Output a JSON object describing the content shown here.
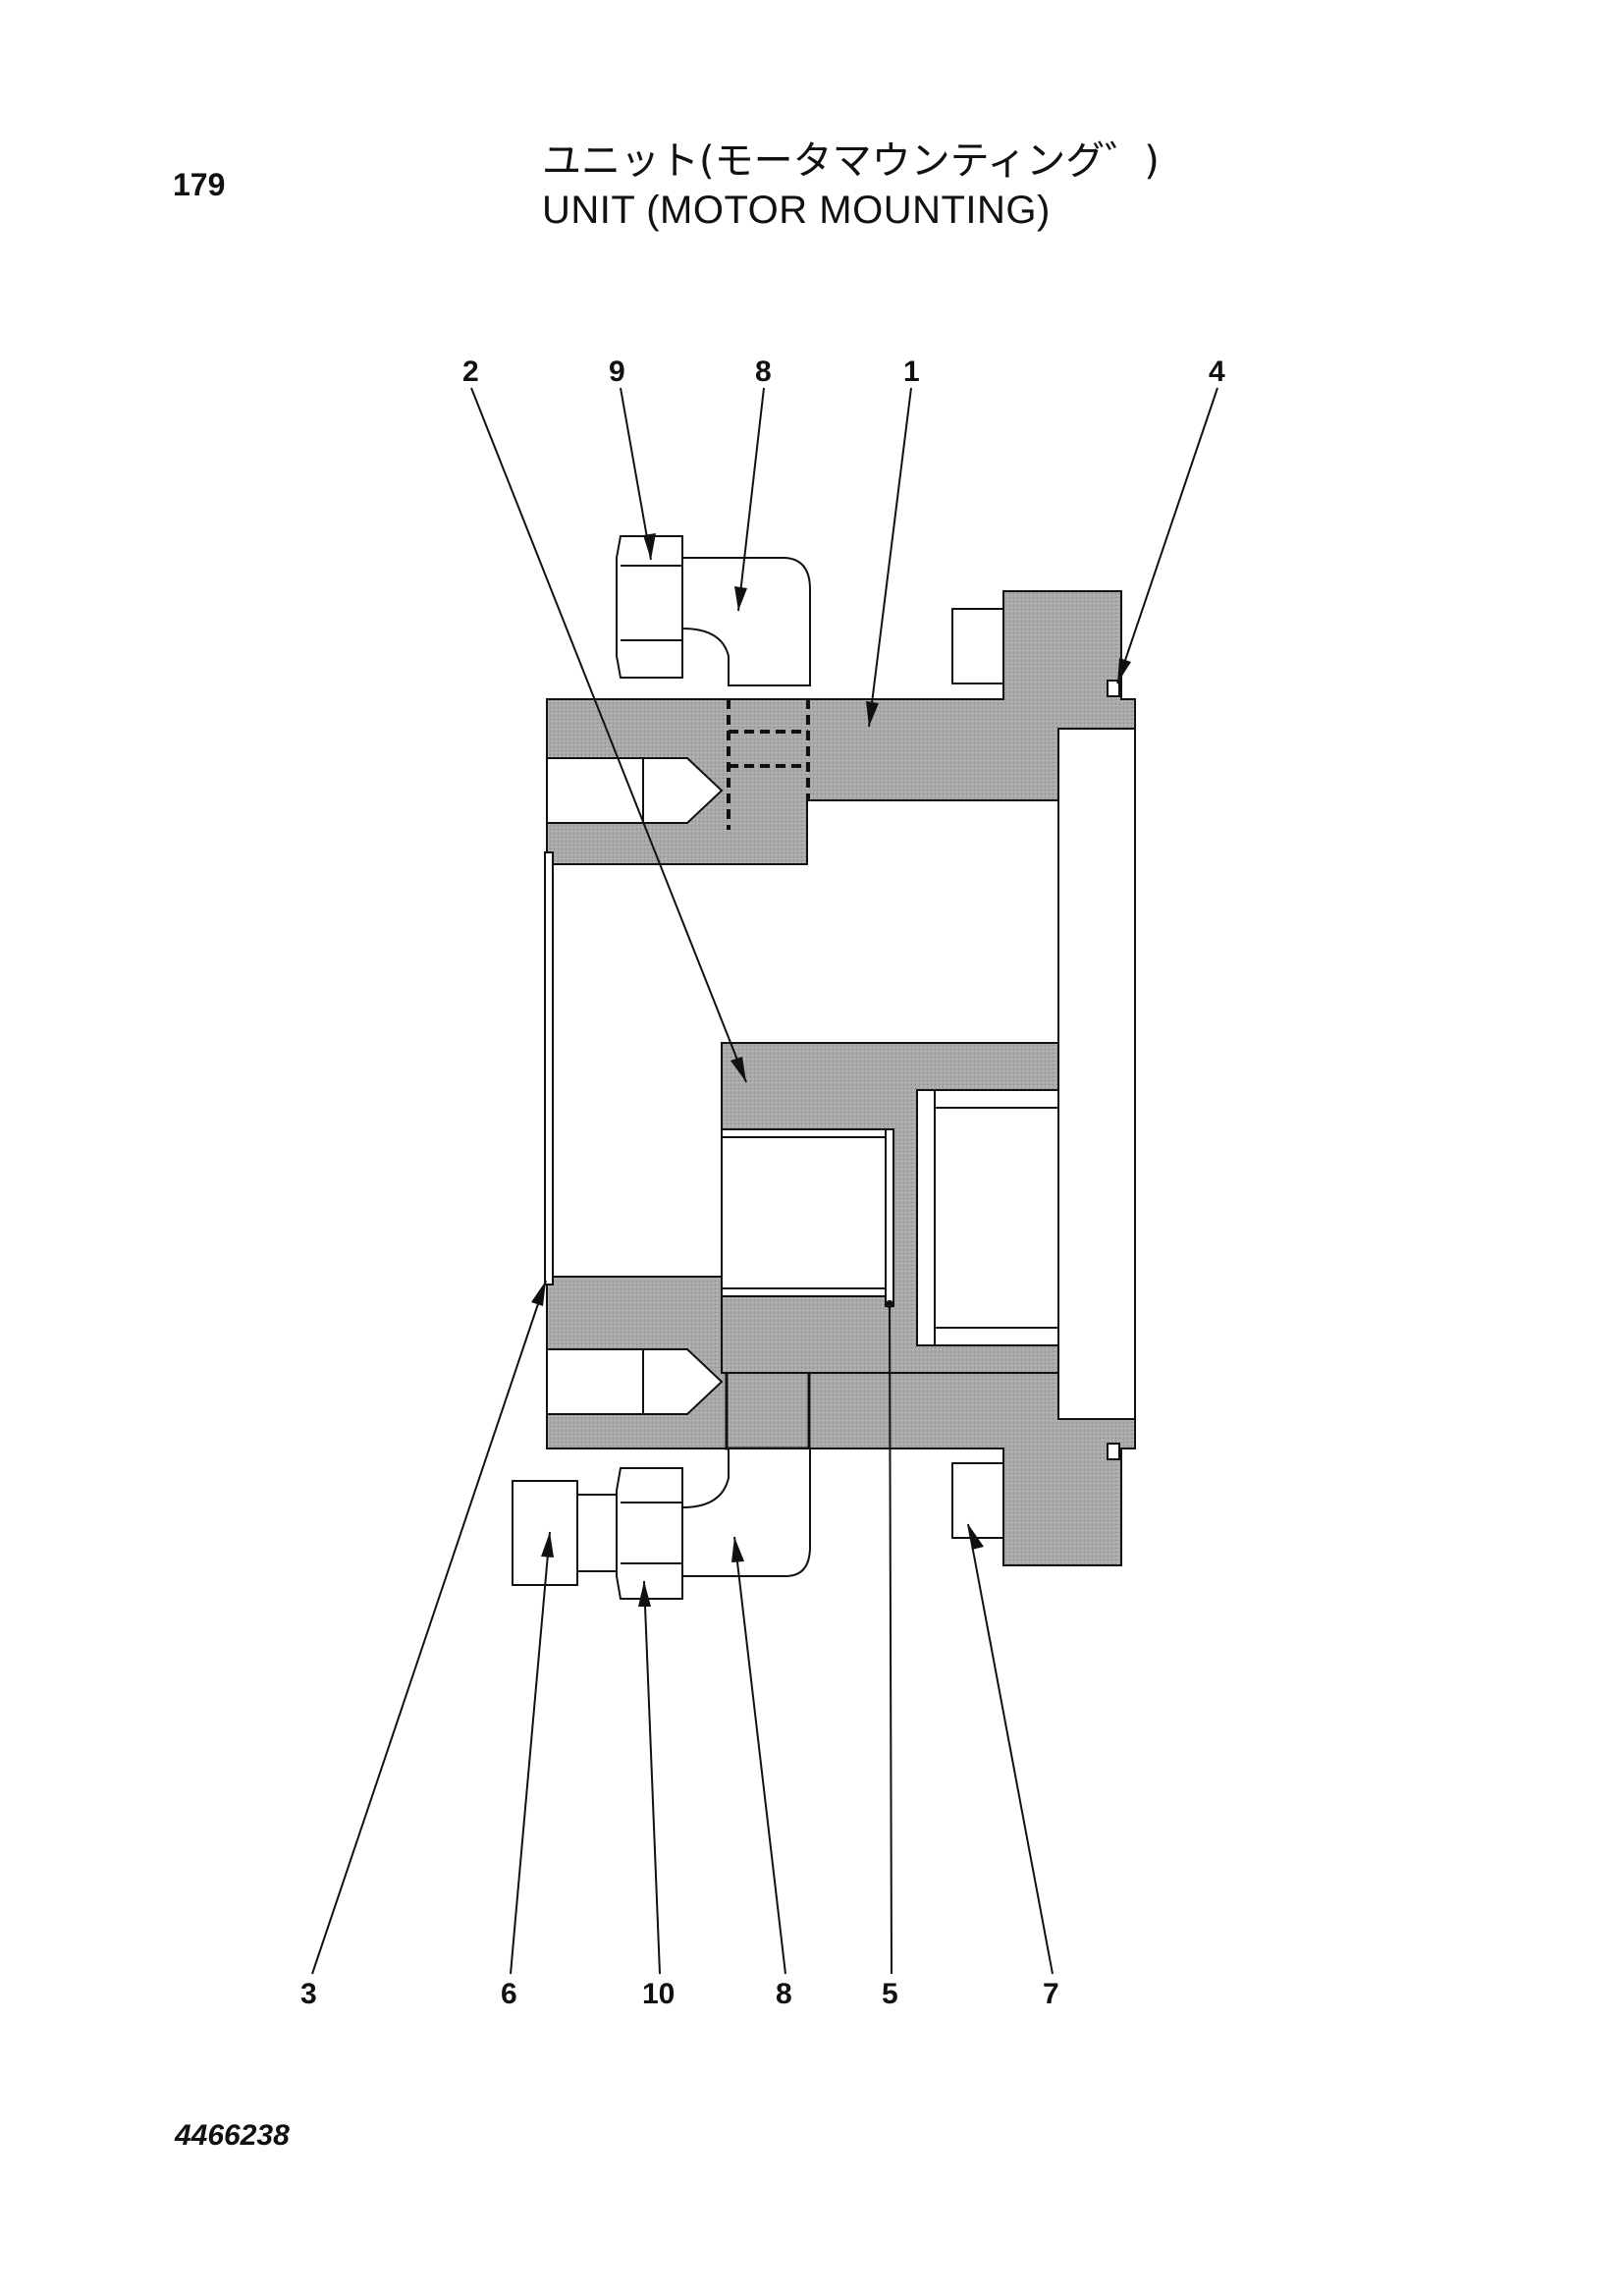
{
  "page": {
    "number": "179"
  },
  "title": {
    "japanese": "ユニット(モータマウンティング゛)",
    "english": "UNIT (MOTOR  MOUNTING)"
  },
  "callouts": {
    "c1": "1",
    "c2": "2",
    "c3": "3",
    "c4": "4",
    "c5": "5",
    "c6": "6",
    "c7": "7",
    "c8a": "8",
    "c8b": "8",
    "c9": "9",
    "c10": "10"
  },
  "drawing_number": "4466238",
  "colors": {
    "section_fill": "#a9a9a9",
    "line": "#111111",
    "background": "#ffffff"
  }
}
